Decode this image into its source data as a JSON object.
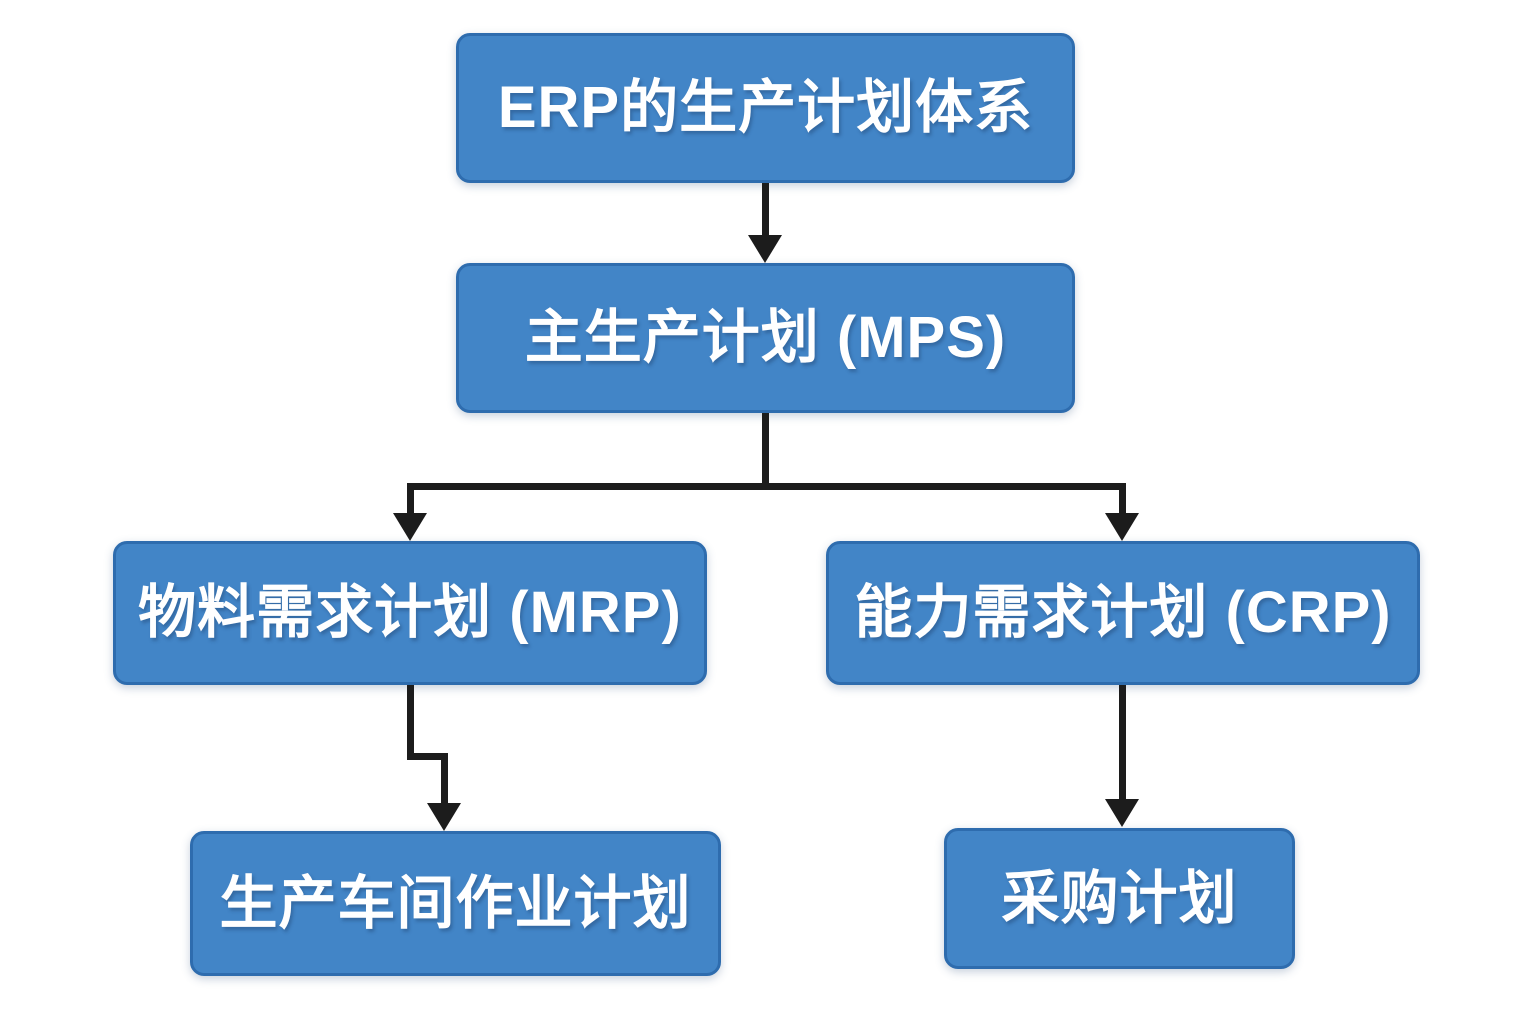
{
  "diagram": {
    "type": "flowchart",
    "direction": "top-down",
    "title": "ERP的生产计划体系",
    "nodes": [
      {
        "id": "root",
        "label": "ERP的生产计划体系"
      },
      {
        "id": "mps",
        "label": "主生产计划 (MPS)"
      },
      {
        "id": "mrp",
        "label": "物料需求计划 (MRP)"
      },
      {
        "id": "crp",
        "label": "能力需求计划 (CRP)"
      },
      {
        "id": "shopfloor",
        "label": "生产车间作业计划"
      },
      {
        "id": "purchase",
        "label": "采购计划"
      }
    ],
    "edges": [
      {
        "from": "root",
        "to": "mps"
      },
      {
        "from": "mps",
        "to": "mrp"
      },
      {
        "from": "mps",
        "to": "crp"
      },
      {
        "from": "mrp",
        "to": "shopfloor"
      },
      {
        "from": "crp",
        "to": "purchase"
      }
    ],
    "colors": {
      "node_fill": "#4285c7",
      "node_border": "#2e6cae",
      "node_text": "#ffffff",
      "connector": "#1c1c1c",
      "background": "#ffffff"
    }
  }
}
